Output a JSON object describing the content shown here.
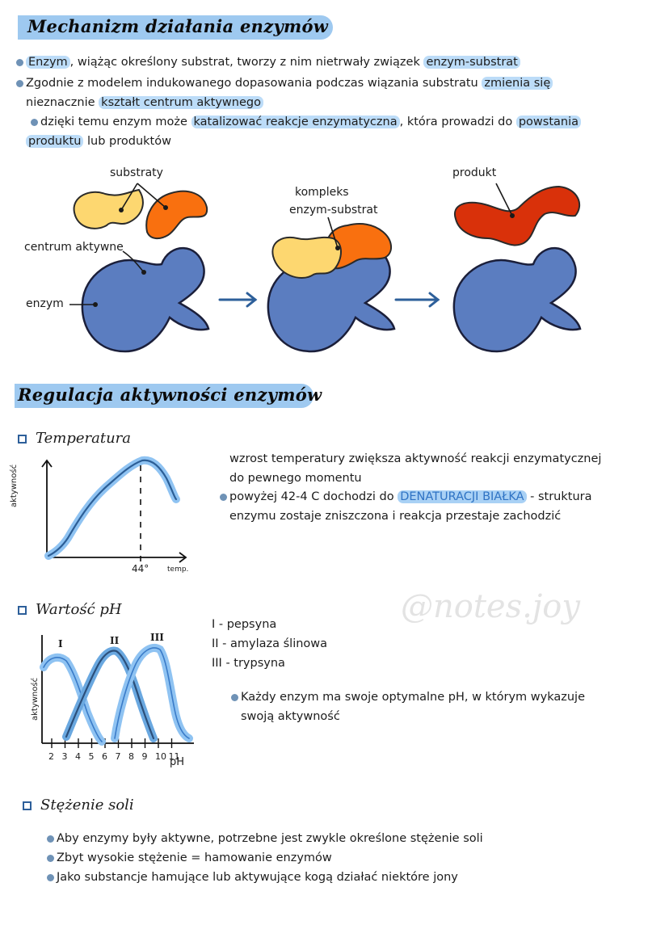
{
  "section1": {
    "title": "Mechanizm działania enzymów",
    "p1": {
      "t1": "Enzym",
      "t2": ", wiążąc określony substrat, tworzy z nim nietrwały związek ",
      "t3": "enzym-substrat"
    },
    "p2": {
      "t1": "Zgodnie z modelem indukowanego dopasowania podczas wiązania substratu ",
      "t2": "zmienia się"
    },
    "p2b": {
      "t1": "nieznacznie ",
      "t2": "kształt centrum aktywnego"
    },
    "p3": {
      "t1": "dzięki temu enzym może ",
      "t2": "katalizować reakcje enzymatyczna",
      "t3": ", która prowadzi do ",
      "t4": "powstania"
    },
    "p3b": {
      "t1": "produktu",
      "t2": " lub produktów"
    }
  },
  "diagram": {
    "substraty": "substraty",
    "centrum": "centrum aktywne",
    "enzym": "enzym",
    "kompleks1": "kompleks",
    "kompleks2": "enzym-substrat",
    "produkt": "produkt"
  },
  "section2": {
    "title": "Regulacja aktywności enzymów",
    "temp": {
      "heading": "Temperatura",
      "ylabel": "aktywność",
      "xmark": "44°",
      "xlabel": "temp.",
      "l1": "wzrost temperatury zwiększa aktywność reakcji enzymatycznej",
      "l2": "do pewnego momentu",
      "l3a": "powyżej 42-4 C dochodzi do ",
      "l3b": "DENATURACJI BIAŁKA",
      "l3c": " - struktura",
      "l4": "enzymu zostaje zniszczona i reakcja przestaje zachodzić"
    },
    "ph": {
      "heading": "Wartość pH",
      "ylabel": "aktywność",
      "xlabel": "pH",
      "ticks": [
        "2",
        "3",
        "4",
        "5",
        "6",
        "7",
        "8",
        "9",
        "10",
        "11"
      ],
      "curve_labels": [
        "I",
        "II",
        "III"
      ],
      "i": "I - pepsyna",
      "ii": "II - amylaza ślinowa",
      "iii": "III - trypsyna",
      "n1": "Każdy enzym ma swoje optymalne pH, w którym wykazuje",
      "n2": "swoją aktywność"
    },
    "salt": {
      "heading": "Stężenie soli",
      "b1": "Aby enzymy były aktywne, potrzebne jest zwykle określone stężenie soli",
      "b2": "Zbyt wysokie stężenie = hamowanie enzymów",
      "b3": "Jako substancje hamujące lub aktywujące kogą działać niektóre jony"
    }
  },
  "watermark": "@notes.joy",
  "colors": {
    "title_bar": "#9ec9f0",
    "highlight": "#bcdcf8",
    "enzyme": "#5b7dc0",
    "substrate_yellow": "#fdd770",
    "substrate_orange": "#f9700f",
    "product_red": "#d9310a",
    "curve_light": "#8fc3f2",
    "curve_dark": "#2c5e96"
  }
}
